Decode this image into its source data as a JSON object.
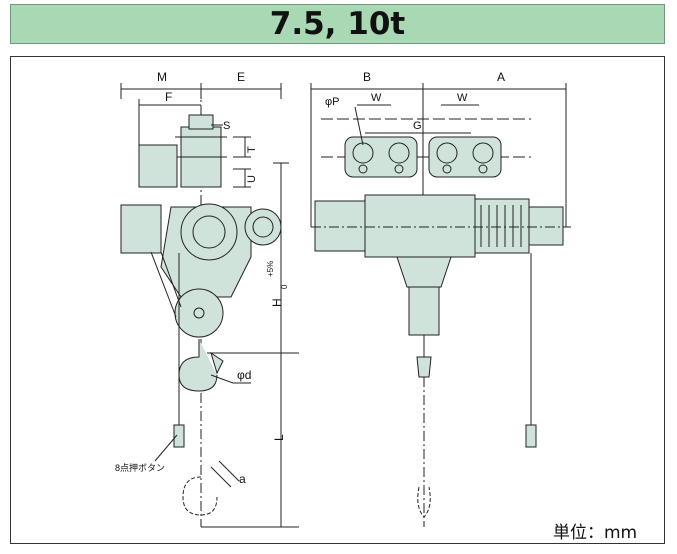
{
  "title": "7.5, 10t",
  "unit_label": "単位：mm",
  "dimensions": {
    "M": "M",
    "E": "E",
    "F": "F",
    "S": "S",
    "T": "T",
    "U": "U",
    "H": "H",
    "H_tol": "+5%",
    "H_tol0": "0",
    "d": "φd",
    "L": "L",
    "a": "a",
    "B": "B",
    "A": "A",
    "W1": "W",
    "W2": "W",
    "G": "G",
    "P": "φP"
  },
  "button_label": "8点押ボタン",
  "colors": {
    "body": "#cfe3da",
    "title_bg": "#a8d8b4",
    "line": "#222222"
  }
}
